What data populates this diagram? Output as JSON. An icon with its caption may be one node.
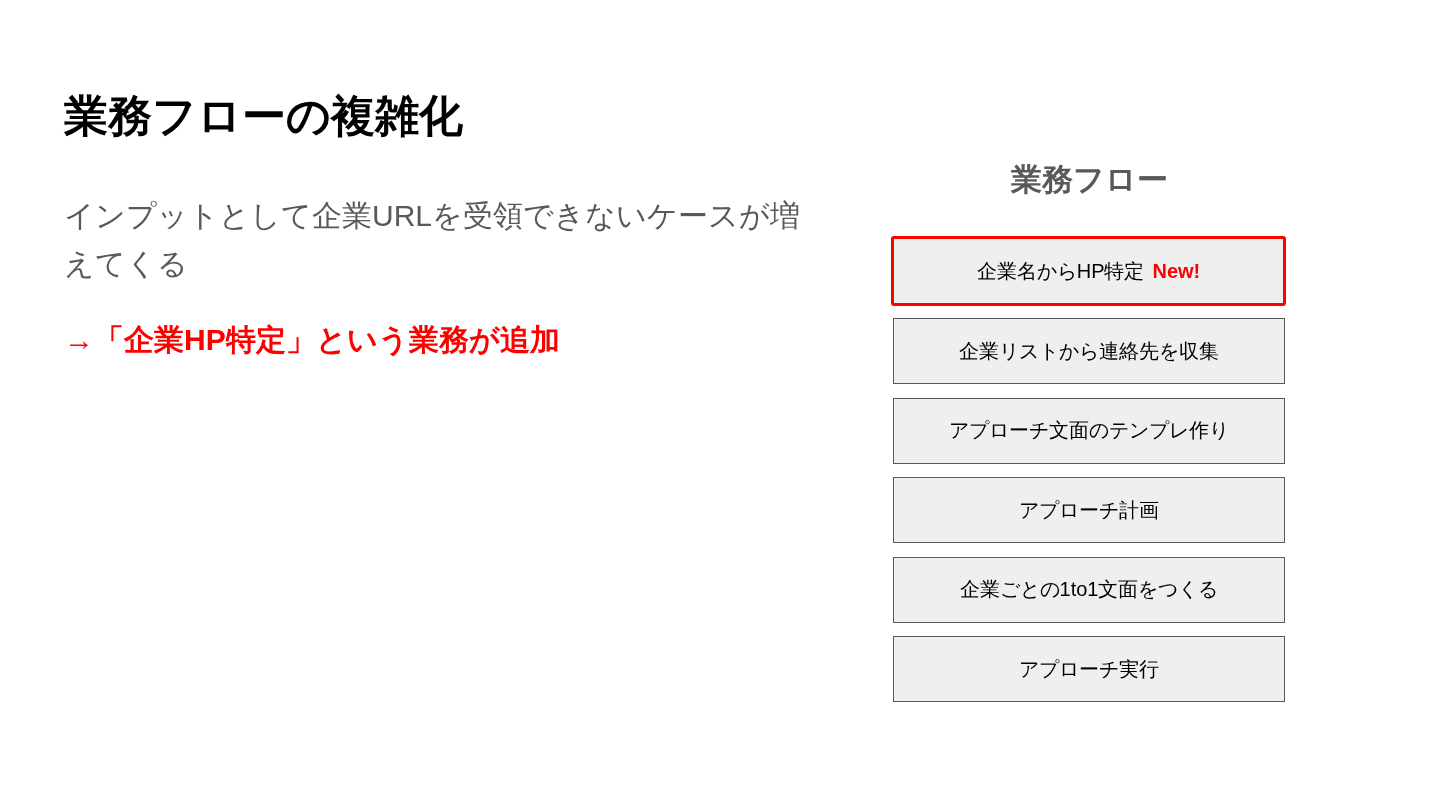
{
  "diagram": {
    "title": "業務フローの複雑化",
    "nodes": [
      {
        "text": [
          "企業名からHP特定",
          "New!"
        ]
      },
      {
        "text": [
          "企業リストから連絡先を収集"
        ]
      },
      {
        "text": [
          "アプローチ文面のテンプレ作り"
        ]
      },
      {
        "text": [
          "アプローチ計画"
        ]
      },
      {
        "text": [
          "企業ごとの1to1文面をつくる"
        ]
      },
      {
        "text": [
          "アプローチ実行"
        ]
      }
    ],
    "labels": [
      "インプットとして企業URLを受領できないケースが増えてくる",
      "→「企業HP特定」という業務が追加",
      "業務フロー"
    ]
  }
}
